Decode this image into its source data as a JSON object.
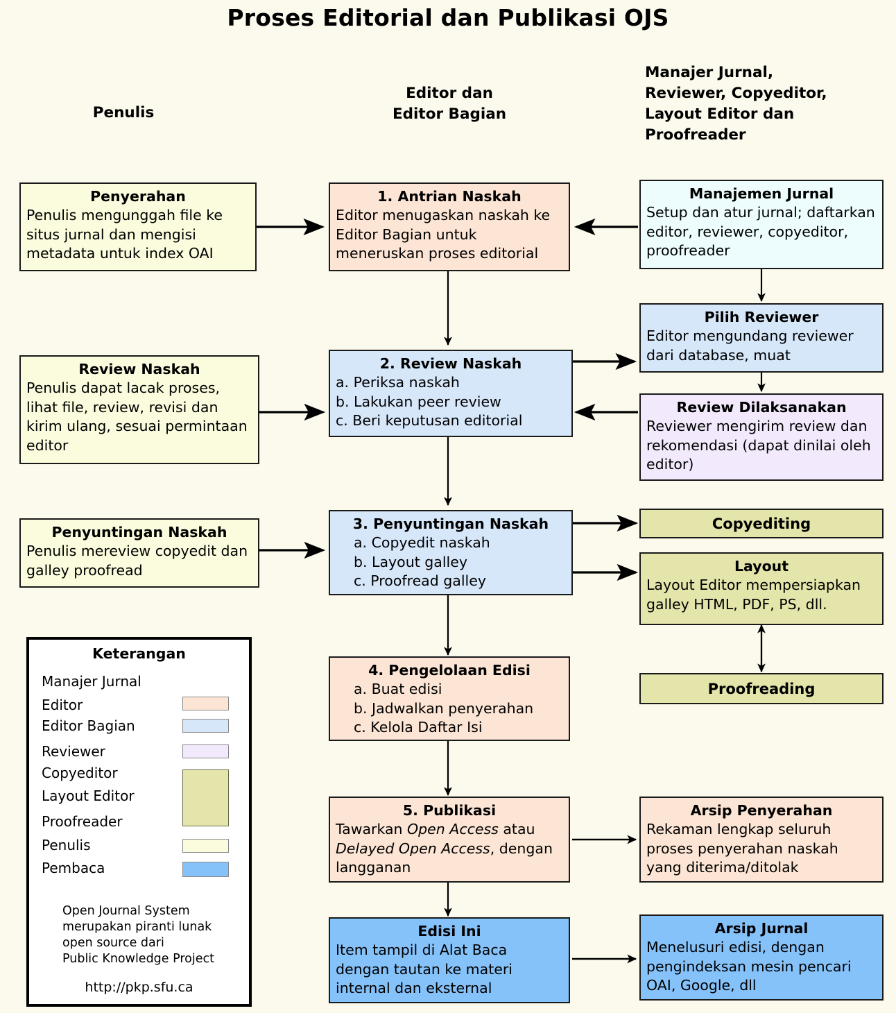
{
  "diagram": {
    "title": "Proses Editorial dan Publikasi OJS",
    "columns": [
      {
        "name": "penulis",
        "label": "Penulis"
      },
      {
        "name": "editor",
        "label": "Editor dan\nEditor Bagian"
      },
      {
        "name": "lainnya",
        "label": "Manajer Jurnal,\nReviewer, Copyeditor,\nLayout Editor dan\nProofreader"
      }
    ],
    "colors": {
      "background": "#fbfaed",
      "penulis": "#fbfbdd",
      "editor": "#fce5d4",
      "editor_bagian": "#d7e7fa",
      "manajer_jurnal": "#edfcfc",
      "reviewer": "#f2eafc",
      "copyeditor_layout_proofreader": "#e4e5ab",
      "pembaca": "#86c2fa",
      "border": "#1a1a1a"
    },
    "boxes": [
      {
        "id": "penyerahan",
        "title": "Penyerahan",
        "body": "Penulis mengunggah file ke situs jurnal dan mengisi metadata untuk index OAI"
      },
      {
        "id": "antrian-naskah",
        "title": "1. Antrian Naskah",
        "body": "Editor menugaskan naskah ke Editor Bagian untuk meneruskan proses editorial"
      },
      {
        "id": "manajemen-jurnal",
        "title": "Manajemen Jurnal",
        "body": "Setup dan atur jurnal; daftarkan editor, reviewer, copyeditor, proofreader"
      },
      {
        "id": "pilih-reviewer",
        "title": "Pilih Reviewer",
        "body": "Editor mengundang reviewer dari database, muat"
      },
      {
        "id": "review-naskah-penulis",
        "title": "Review Naskah",
        "body": "Penulis dapat lacak proses, lihat file, review, revisi dan kirim ulang, sesuai permintaan editor"
      },
      {
        "id": "review-naskah",
        "title": "2. Review Naskah",
        "items": [
          "a. Periksa naskah",
          "b. Lakukan peer review",
          "c. Beri keputusan editorial"
        ]
      },
      {
        "id": "review-dilaksanakan",
        "title": "Review Dilaksanakan",
        "body": "Reviewer mengirim review dan rekomendasi (dapat dinilai oleh editor)"
      },
      {
        "id": "penyuntingan-naskah-penulis",
        "title": "Penyuntingan Naskah",
        "body": "Penulis mereview copyedit dan galley proofread"
      },
      {
        "id": "penyuntingan-naskah",
        "title": "3. Penyuntingan Naskah",
        "items": [
          "a. Copyedit naskah",
          "b. Layout galley",
          "c. Proofread galley"
        ]
      },
      {
        "id": "copyediting",
        "title": "Copyediting"
      },
      {
        "id": "layout",
        "title": "Layout",
        "body": "Layout Editor mempersiapkan galley HTML, PDF, PS, dll."
      },
      {
        "id": "proofreading",
        "title": "Proofreading"
      },
      {
        "id": "pengelolaan-edisi",
        "title": "4. Pengelolaan Edisi",
        "items": [
          "a. Buat edisi",
          "b. Jadwalkan penyerahan",
          "c. Kelola Daftar Isi"
        ]
      },
      {
        "id": "publikasi",
        "title": "5. Publikasi",
        "body_parts": [
          "Tawarkan ",
          "Open Access",
          " atau ",
          "Delayed Open Access",
          ", dengan langganan"
        ]
      },
      {
        "id": "arsip-penyerahan",
        "title": "Arsip Penyerahan",
        "body": "Rekaman lengkap seluruh proses penyerahan naskah yang diterima/ditolak"
      },
      {
        "id": "edisi-ini",
        "title": "Edisi Ini",
        "body": "Item tampil di Alat Baca dengan tautan ke materi internal dan eksternal"
      },
      {
        "id": "arsip-jurnal",
        "title": "Arsip Jurnal",
        "body": "Menelusuri edisi, dengan pengindeksan mesin pencari OAI, Google, dll"
      }
    ],
    "legend": {
      "title": "Keterangan",
      "entries": [
        {
          "label": "Manajer Jurnal",
          "color": ""
        },
        {
          "label": "Editor",
          "color": "#fce5d4"
        },
        {
          "label": "Editor Bagian",
          "color": "#d7e7fa"
        },
        {
          "label": "Reviewer",
          "color": "#f2eafc"
        },
        {
          "label": "Copyeditor",
          "color": "#e4e5ab"
        },
        {
          "label": "Layout Editor",
          "color": "#e4e5ab"
        },
        {
          "label": "Proofreader",
          "color": "#e4e5ab"
        },
        {
          "label": "Penulis",
          "color": "#fbfbdd"
        },
        {
          "label": "Pembaca",
          "color": "#86c2fa"
        }
      ],
      "note": "Open Journal System\nmerupakan piranti lunak\nopen source dari\nPublic Knowledge Project",
      "url": "http://pkp.sfu.ca"
    }
  }
}
